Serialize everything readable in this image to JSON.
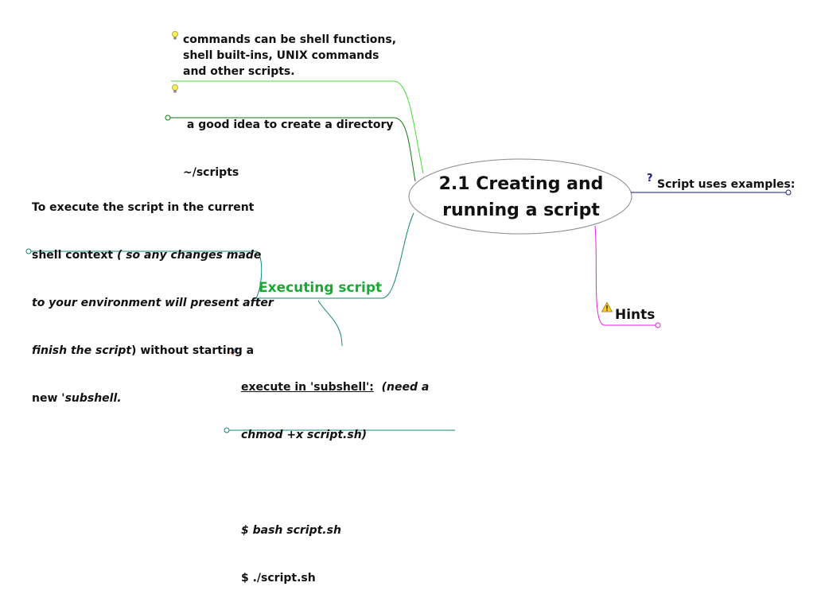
{
  "central": {
    "line1": "2.1 Creating and",
    "line2": "running a script"
  },
  "nodes": {
    "commands": {
      "icon": "lightbulb-icon",
      "lines": [
        "commands can be shell functions,",
        "shell built-ins, UNIX commands",
        "and other scripts."
      ]
    },
    "directory": {
      "icon": "lightbulb-icon",
      "lines": [
        " a good idea to create a directory",
        "~/scripts"
      ]
    },
    "execute_context": {
      "line1": "To execute the script in the current",
      "line2_a": "shell context ",
      "line2_b": "( so any changes made",
      "line3": "to your environment will present after",
      "line4_a": "finish the script",
      "line4_b": ") without starting a",
      "line5_a": "new '",
      "line5_b": "subshell."
    },
    "executing_script": {
      "label": "Executing script",
      "color": "#1aaa33"
    },
    "subshell": {
      "icon": "rocket-icon",
      "line1_a": "execute in 'subshell':",
      "line1_b": "  (need a",
      "line2": "chmod +x script.sh)",
      "line3": "$ bash script.sh",
      "line4": "$ ./script.sh"
    },
    "examples": {
      "icon": "question-icon",
      "label": "Script uses examples:"
    },
    "hints": {
      "icon": "warning-icon",
      "label": "Hints"
    }
  },
  "colors": {
    "light_green": "#44dd33",
    "dark_green": "#117711",
    "teal": "#118877",
    "navy": "#1a1a88",
    "magenta": "#dd22dd"
  }
}
